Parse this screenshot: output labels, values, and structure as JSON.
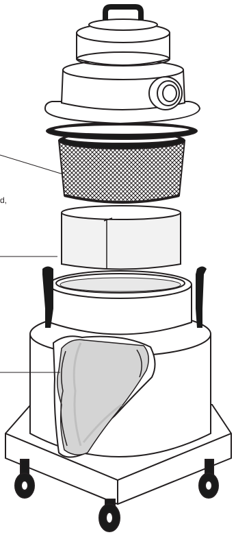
{
  "diagram": {
    "fragment_text": "d,",
    "colors": {
      "outline": "#231f20",
      "fill": "#ffffff",
      "bag": "#d4d4d4",
      "bag_shade": "#bfbfbf",
      "dark": "#1a1a1a"
    },
    "parts": [
      "power-head",
      "gasket",
      "cartridge-filter",
      "filter-sleeve",
      "upper-tank-ring",
      "lower-tank",
      "collection-bag",
      "dolly"
    ]
  }
}
